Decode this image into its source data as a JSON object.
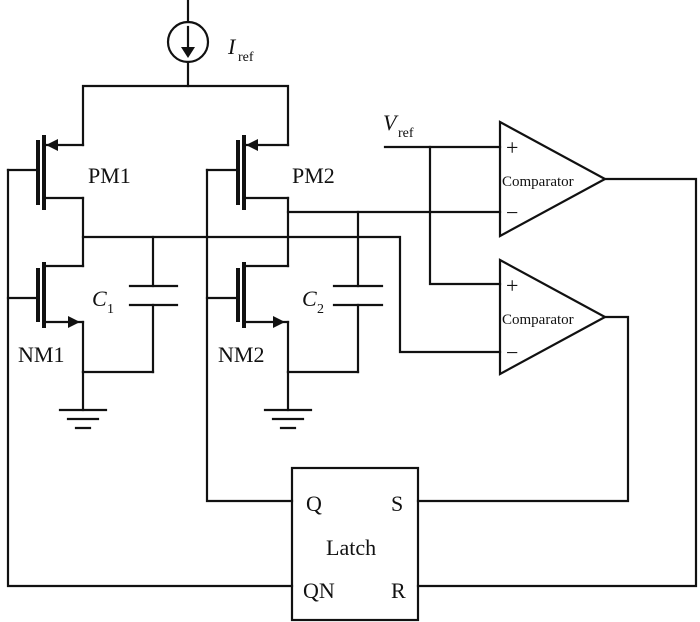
{
  "labels": {
    "current_source_symbol": "I",
    "current_source_sub": "ref",
    "vref_symbol": "V",
    "vref_sub": "ref",
    "pm1": "PM1",
    "pm2": "PM2",
    "nm1": "NM1",
    "nm2": "NM2",
    "c1_symbol": "C",
    "c1_sub": "1",
    "c2_symbol": "C",
    "c2_sub": "2",
    "comparator_top": "Comparator",
    "comparator_bottom": "Comparator",
    "plus": "+",
    "minus": "−",
    "latch": "Latch",
    "latch_q": "Q",
    "latch_s": "S",
    "latch_qn": "QN",
    "latch_r": "R"
  }
}
